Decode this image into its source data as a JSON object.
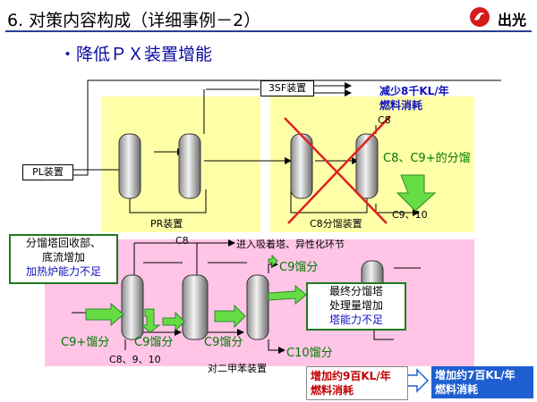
{
  "header": {
    "title": "6. 对策内容构成（详细事例－2）",
    "subtitle": "・降低ＰＸ装置增能",
    "logo_text": "出光"
  },
  "units": {
    "sf3": "3SF装置",
    "pl": "PL装置",
    "pr": "PR装置",
    "c8_split": "C8分馏装置",
    "px": "对二甲苯装置"
  },
  "labels": {
    "reduce_line1": "减少8千KL/年",
    "reduce_line2": "燃料消耗",
    "c8_top": "C8",
    "c8c9_split": "C8、C9+的分馏",
    "c9_10_right": "C9、10",
    "c8_pink": "C8",
    "to_adsorption": "进入吸着塔、异性化环节",
    "c9_right": "C9馏分",
    "c9plus": "C9+馏分",
    "c9_a": "C9馏分",
    "c9_b": "C9馏分",
    "c10": "C10馏分",
    "c8_9_10": "C8、9、10"
  },
  "notes": {
    "left": {
      "line1": "分馏塔回收部、",
      "line2": "底流增加",
      "line3": "加热炉能力不足"
    },
    "right": {
      "line1": "最终分馏塔",
      "line2": "处理量增加",
      "line3": "塔能力不足"
    }
  },
  "result": {
    "increase_line1": "增加约9百KL/年",
    "increase_line2": "燃料消耗",
    "final_line1": "增加约7百KL/年",
    "final_line2": "燃料消耗"
  },
  "colors": {
    "title_rule": "#2a3f8f",
    "yellow_zone": "#ffffa8",
    "pink_zone": "#ffc4e6",
    "green_arrow": "#33cc33",
    "cross": "#e02020",
    "blue_box": "#1f5fd1"
  }
}
